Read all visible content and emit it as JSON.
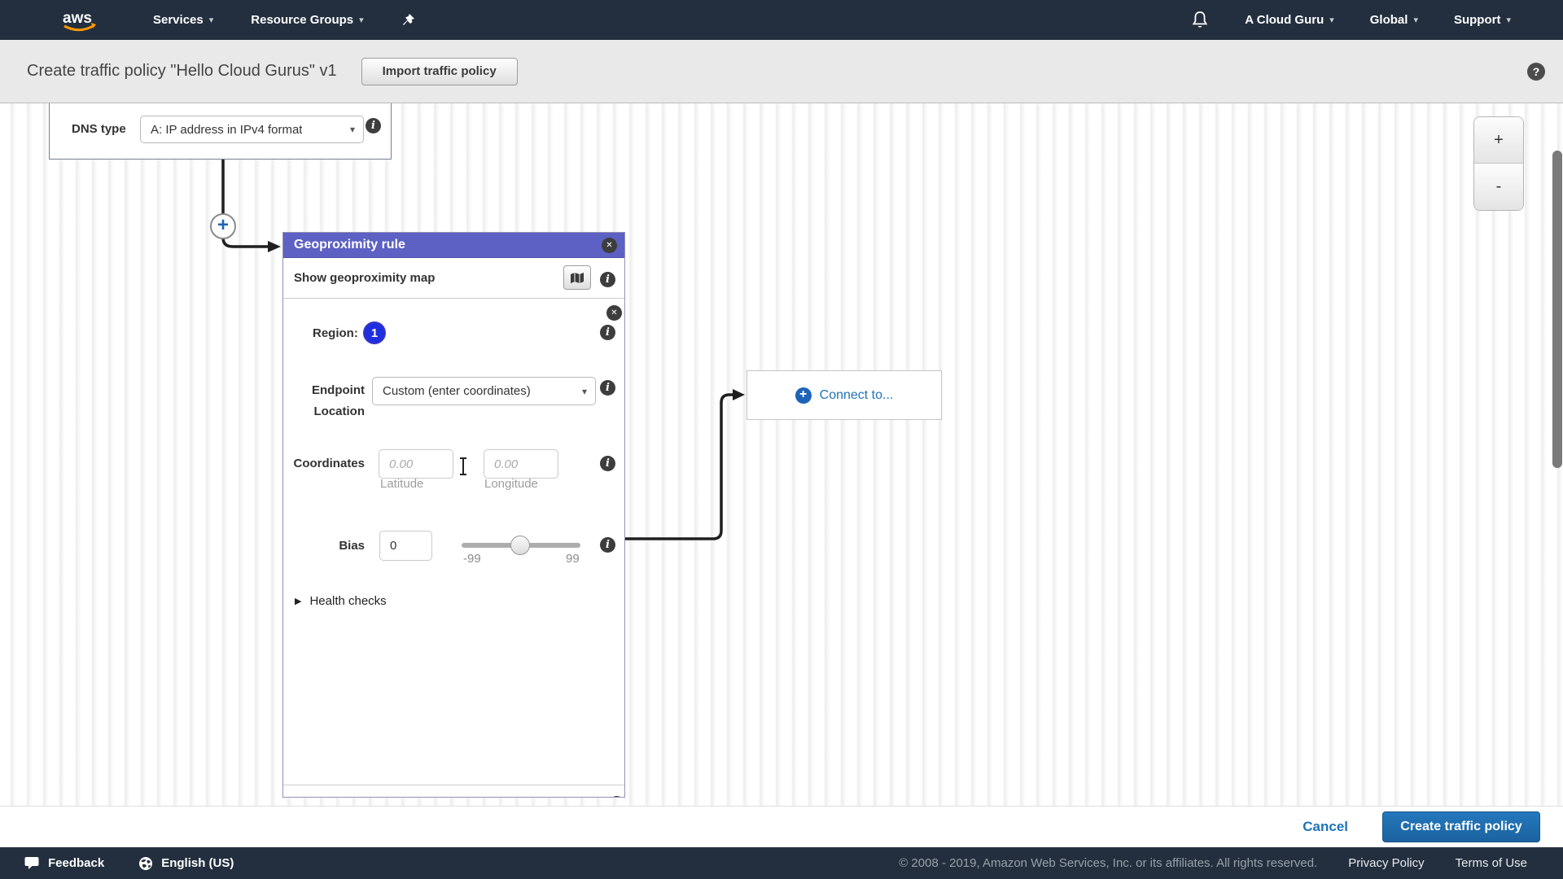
{
  "icons": {
    "info": "i",
    "close": "✕",
    "caret": "▾",
    "question": "?",
    "plus": "+",
    "expand": "▶"
  },
  "topnav": {
    "logo": "aws",
    "services": "Services",
    "resource_groups": "Resource Groups",
    "account": "A Cloud Guru",
    "region": "Global",
    "support": "Support"
  },
  "header": {
    "title": "Create traffic policy \"Hello Cloud Gurus\" v1",
    "import_button": "Import traffic policy"
  },
  "dns_node": {
    "label": "DNS type",
    "value": "A: IP address in IPv4 format"
  },
  "rule_panel": {
    "title": "Geoproximity rule",
    "show_map": "Show geoproximity map",
    "region_label": "Region:",
    "region_number": "1",
    "endpoint_line1": "Endpoint",
    "endpoint_line2": "Location",
    "endpoint_value": "Custom (enter coordinates)",
    "coordinates_label": "Coordinates",
    "latitude_placeholder": "0.00",
    "longitude_placeholder": "0.00",
    "latitude_caption": "Latitude",
    "longitude_caption": "Longitude",
    "bias_label": "Bias",
    "bias_value": "0",
    "bias_min": "-99",
    "bias_max": "99",
    "health_checks": "Health checks"
  },
  "connect_box": {
    "label": "Connect to..."
  },
  "zoom_controls": {
    "zoom_in": "+",
    "zoom_out": "-"
  },
  "actions": {
    "cancel": "Cancel",
    "create": "Create traffic policy"
  },
  "footer": {
    "feedback": "Feedback",
    "language": "English (US)",
    "copyright": "© 2008 - 2019, Amazon Web Services, Inc. or its affiliates. All rights reserved.",
    "privacy": "Privacy Policy",
    "terms": "Terms of Use"
  },
  "colors": {
    "nav_bg": "#232f3e",
    "accent_orange": "#ff9900",
    "panel_header_purple": "#5d61c3",
    "region_blue": "#1f2fe0",
    "link_blue": "#1f73b7",
    "create_button_blue": "#1e6db3"
  }
}
